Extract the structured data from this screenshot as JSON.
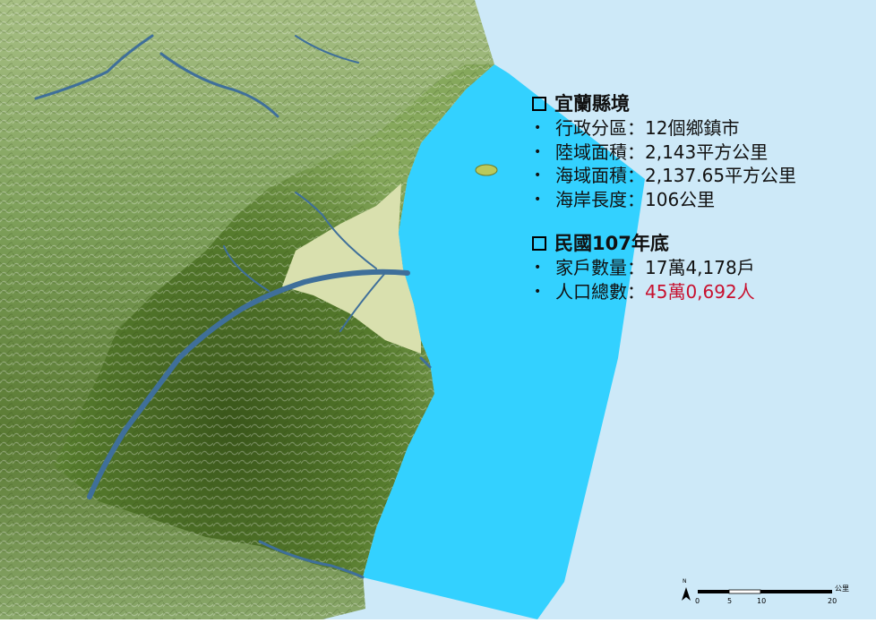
{
  "sections": [
    {
      "title": "宜蘭縣境",
      "items": [
        {
          "label": "行政分區：",
          "value": "12個鄉鎮市"
        },
        {
          "label": "陸域面積：",
          "value": "2,143平方公里"
        },
        {
          "label": "海域面積：",
          "value": "2,137.65平方公里"
        },
        {
          "label": "海岸長度：",
          "value": "106公里"
        }
      ]
    },
    {
      "title": "民國107年底",
      "items": [
        {
          "label": "家戶數量：",
          "value": " 17萬4,178戶"
        },
        {
          "label": "人口總數：",
          "value": " 45萬0,692人"
        }
      ]
    }
  ],
  "bullet": "•",
  "scale_bar": {
    "north": "N",
    "unit": "公里",
    "ticks": [
      "0",
      "5",
      "10",
      "20"
    ]
  },
  "colors": {
    "sea": "#cde9f8",
    "marine_zone": "#33d1ff",
    "river": "#3f6f9a",
    "highlight_text": "#c8102e",
    "lowland": "#d9e0ae",
    "mountain_dark": "#3f5c1c"
  }
}
